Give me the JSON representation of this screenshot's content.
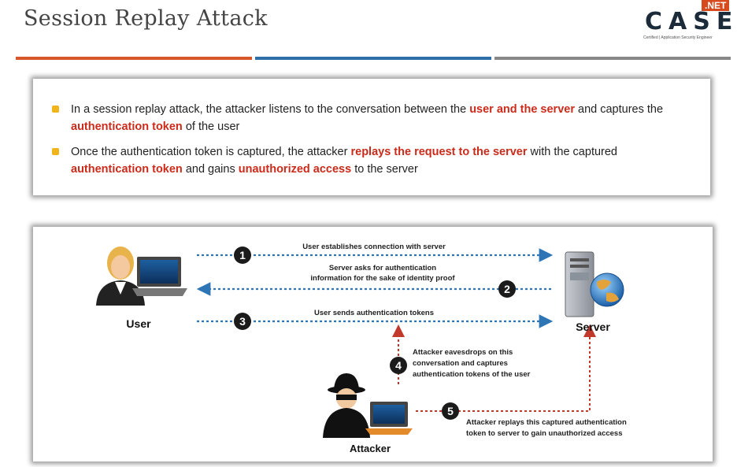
{
  "header": {
    "title": "Session Replay Attack"
  },
  "logo": {
    "net": ".NET",
    "case": "CASE",
    "tagline": "Certified | Application Security Engineer"
  },
  "bullets": [
    {
      "parts": [
        "In a session replay attack, the attacker listens to the conversation between the ",
        "user and the server",
        " and captures the ",
        "authentication token",
        " of the user"
      ]
    },
    {
      "parts": [
        "Once the authentication token is captured, the attacker ",
        "replays the request to the server",
        " with the captured ",
        "authentication token",
        " and gains ",
        "unauthorized access",
        " to the server"
      ]
    }
  ],
  "diagram": {
    "actors": {
      "user": "User",
      "server": "Server",
      "attacker": "Attacker"
    },
    "steps": [
      {
        "num": "1",
        "lines": [
          "User establishes connection with server"
        ]
      },
      {
        "num": "2",
        "lines": [
          "Server asks for authentication",
          "information for the sake of identity proof"
        ]
      },
      {
        "num": "3",
        "lines": [
          "User sends authentication tokens"
        ]
      },
      {
        "num": "4",
        "lines": [
          "Attacker eavesdrops on this",
          "conversation and captures",
          "authentication tokens of the user"
        ]
      },
      {
        "num": "5",
        "lines": [
          "Attacker replays this captured authentication",
          "token to server to gain unauthorized access"
        ]
      }
    ],
    "colors": {
      "blue_arrow": "#2e75b6",
      "red_arrow": "#c0392b",
      "highlight": "#cc2a1a",
      "bullet": "#f1b41b"
    }
  }
}
